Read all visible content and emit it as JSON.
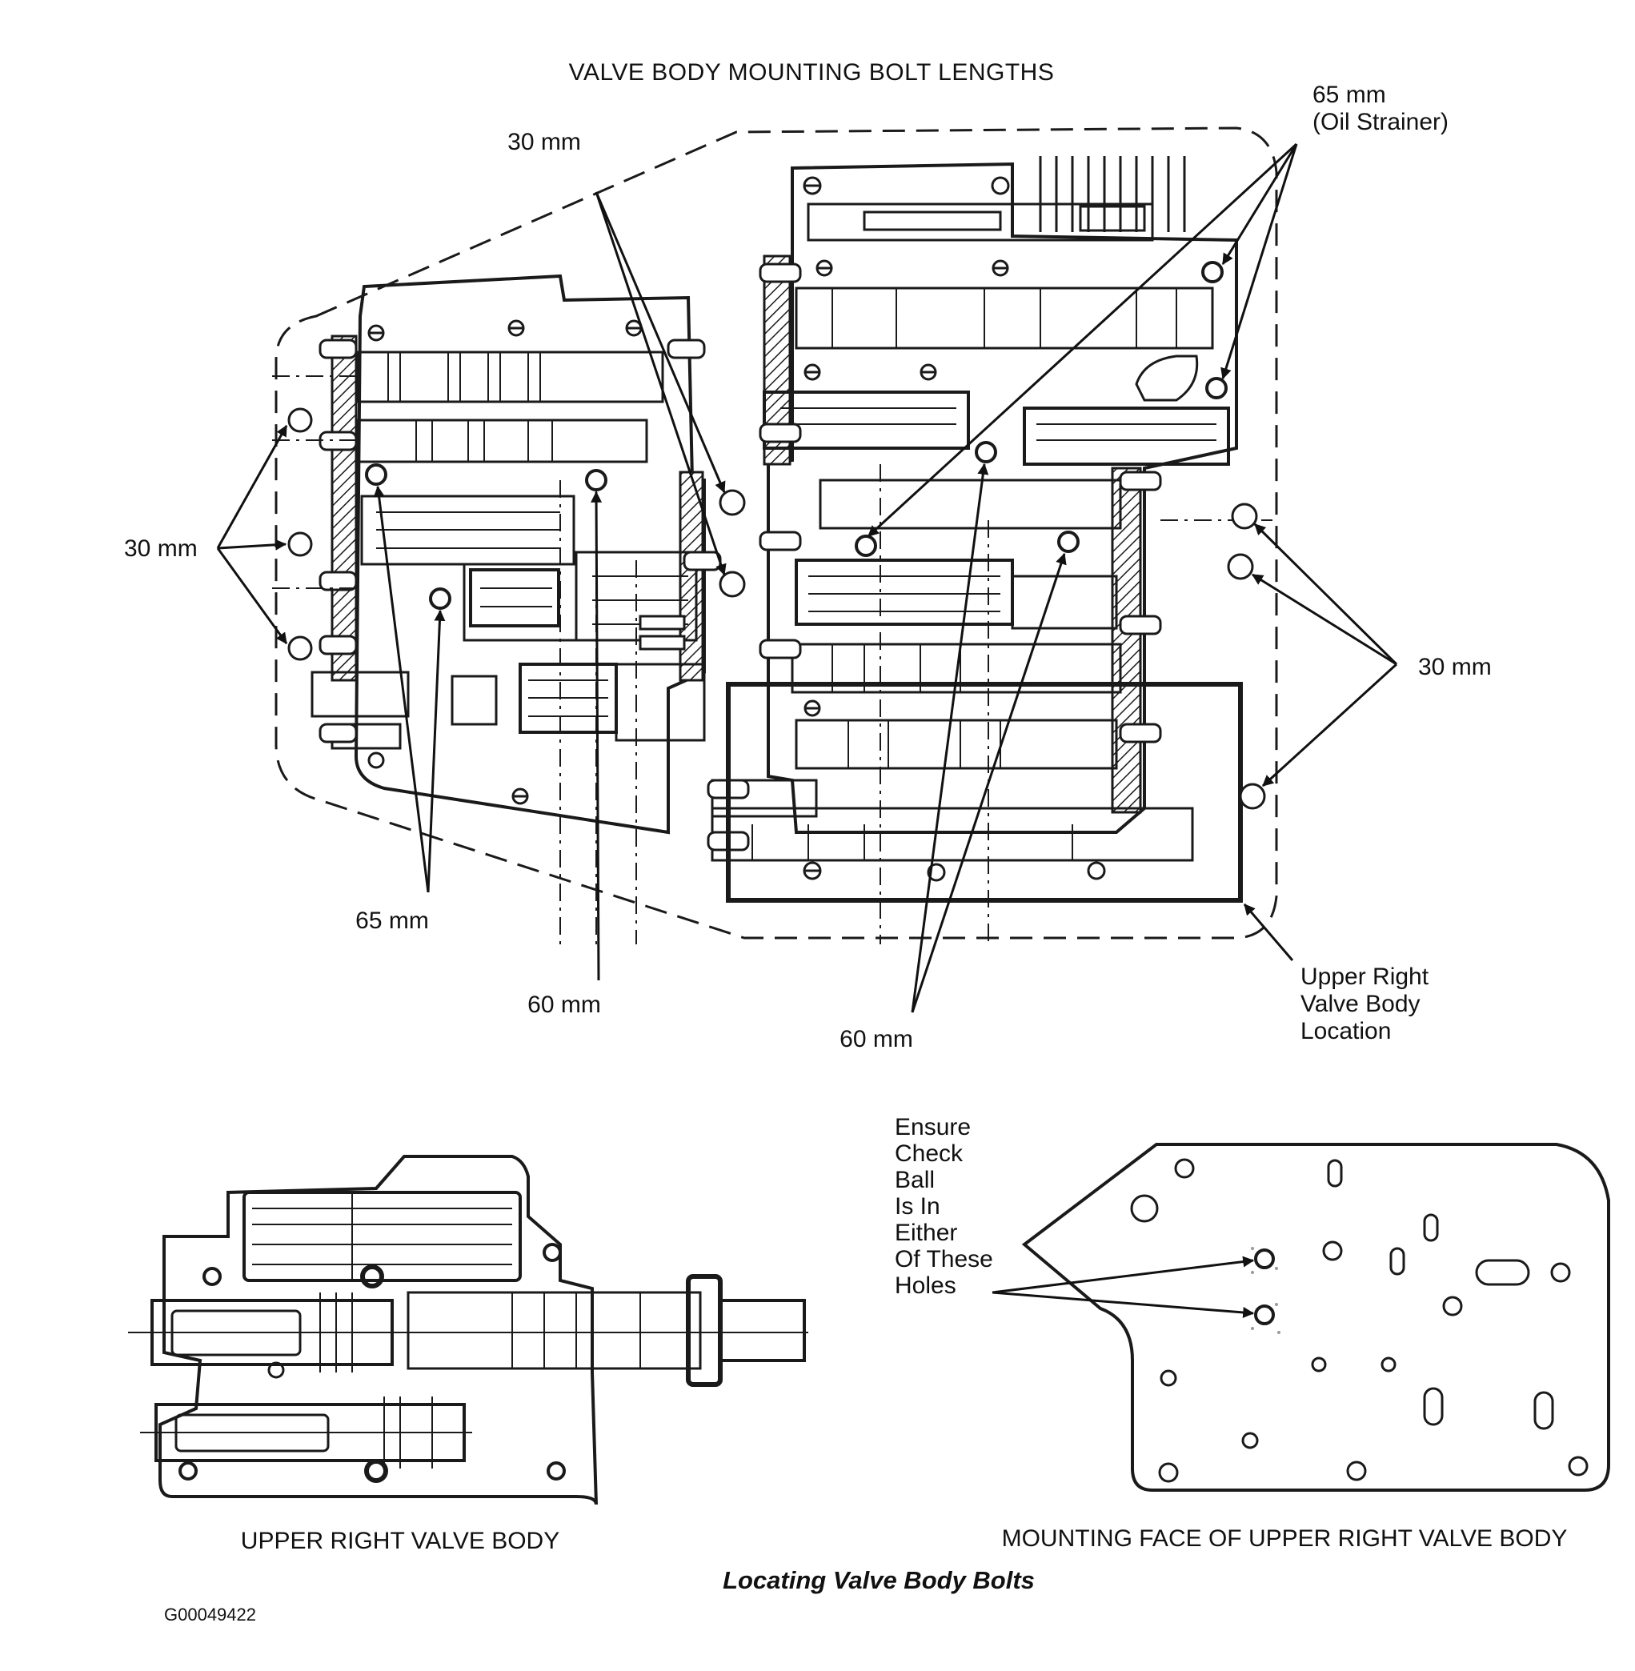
{
  "title": "VALVE BODY MOUNTING BOLT LENGTHS",
  "labels": {
    "bolt_30_top": "30 mm",
    "bolt_65_oil_top": "65 mm",
    "bolt_65_oil_bottom": "(Oil Strainer)",
    "bolt_30_left": "30 mm",
    "bolt_30_right": "30 mm",
    "bolt_65_left": "65 mm",
    "bolt_60_middle": "60 mm",
    "bolt_60_right": "60 mm",
    "location_line1": "Upper Right",
    "location_line2": "Valve Body",
    "location_line3": "Location",
    "check_ball_lines": [
      "Ensure",
      "Check",
      "Ball",
      "Is In",
      "Either",
      "Of These",
      "Holes"
    ]
  },
  "subfigures": {
    "left_caption": "UPPER RIGHT VALVE BODY",
    "right_caption": "MOUNTING FACE OF UPPER RIGHT VALVE BODY"
  },
  "caption": "Locating Valve Body Bolts",
  "figure_id": "G00049422"
}
